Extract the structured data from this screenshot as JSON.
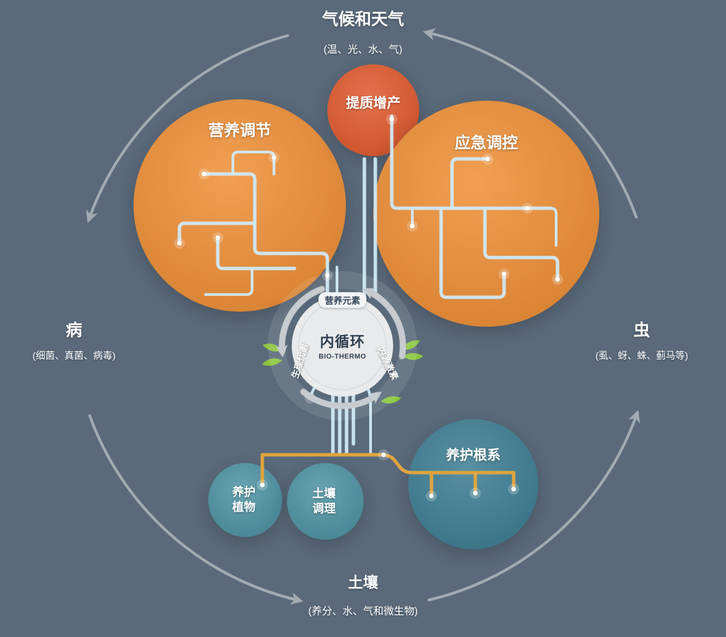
{
  "colors": {
    "background": "#5a6a7b",
    "orange": "#ef8f36",
    "redorange": "#e15a2d",
    "teal": "#4e93a3",
    "tealdark": "#3d7e93",
    "branch": "#cfe9f6",
    "root": "#dfa43e",
    "leaf": "#8cc63f",
    "arc": "#a2abb3",
    "centerfill": "#e9eaeb",
    "centertext": "#2e3f50",
    "cyclearrow": "#c6cbd0"
  },
  "outer": {
    "top": {
      "label": "气候和天气",
      "sub": "(温、光、水、气)"
    },
    "left": {
      "label": "病",
      "sub": "(细菌、真菌、病毒)"
    },
    "right": {
      "label": "虫",
      "sub": "(虱、蚜、蛛、蓟马等)"
    },
    "bottom": {
      "label": "土壤",
      "sub": "(养分、水、气和微生物)"
    }
  },
  "bubbles": {
    "nutrition": {
      "label": "营养调节"
    },
    "quality": {
      "label": "提质增产"
    },
    "emergency": {
      "label": "应急调控"
    },
    "plant_care": {
      "label": "养护植物"
    },
    "soil": {
      "label": "土壤调理"
    },
    "root_care": {
      "label": "养护根系"
    }
  },
  "center": {
    "title": "内循环",
    "subtitle": "BIO-THERMO",
    "labels": {
      "top": "营养元素",
      "left": "生理代谢",
      "right": "内源激素"
    }
  }
}
